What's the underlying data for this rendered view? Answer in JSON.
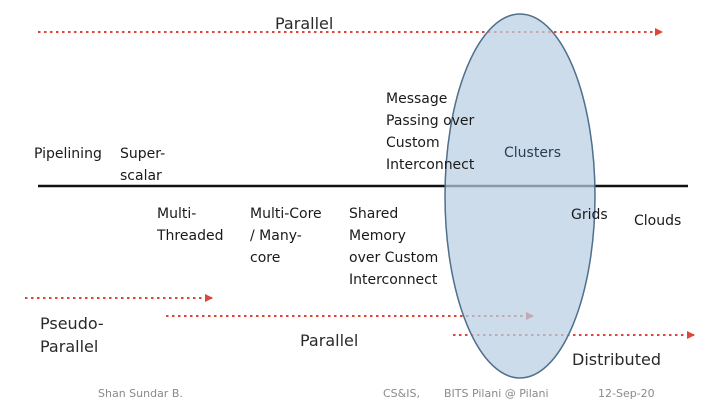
{
  "colors": {
    "arrow": "#e0453a",
    "ellipse_fill": "#b8cfe2",
    "ellipse_stroke": "#4f6f8c",
    "axis": "#111111",
    "footer_text": "#8a8a8a"
  },
  "labels": {
    "parallel_top": "Parallel",
    "pipelining": "Pipelining",
    "superscalar": "Super-\nscalar",
    "message_passing": "Message\nPassing over\nCustom\nInterconnect",
    "clusters": "Clusters",
    "multithreaded": "Multi-\nThreaded",
    "multicore": "Multi-Core\n/ Many-\ncore",
    "shared_memory": "Shared\nMemory\nover Custom\nInterconnect",
    "grids": "Grids",
    "clouds": "Clouds",
    "pseudo_parallel": "Pseudo-\nParallel",
    "parallel_bottom": "Parallel",
    "distributed": "Distributed"
  },
  "footer": {
    "author": "Shan Sundar B.",
    "course": "CS&IS,",
    "institute": "BITS Pilani @ Pilani",
    "date": "12-Sep-20"
  }
}
